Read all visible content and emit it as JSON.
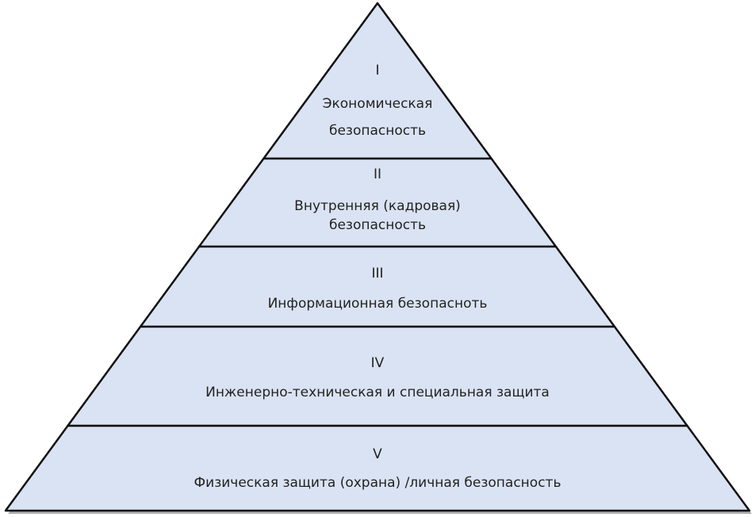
{
  "colors": {
    "fill": "#dae3f3",
    "stroke": "#111111",
    "shadow": "#b0b0b0"
  },
  "levels": [
    {
      "numeral": "I",
      "lines": [
        "Экономическая",
        "безопасность"
      ]
    },
    {
      "numeral": "II",
      "lines": [
        "Внутренняя (кадровая)",
        "безопасность"
      ]
    },
    {
      "numeral": "III",
      "lines": [
        "Информационная безопасноть"
      ]
    },
    {
      "numeral": "IV",
      "lines": [
        "Инженерно-техническая и специальная защита"
      ]
    },
    {
      "numeral": "V",
      "lines": [
        "Физическая защита (охрана) /личная безопасность"
      ]
    }
  ]
}
